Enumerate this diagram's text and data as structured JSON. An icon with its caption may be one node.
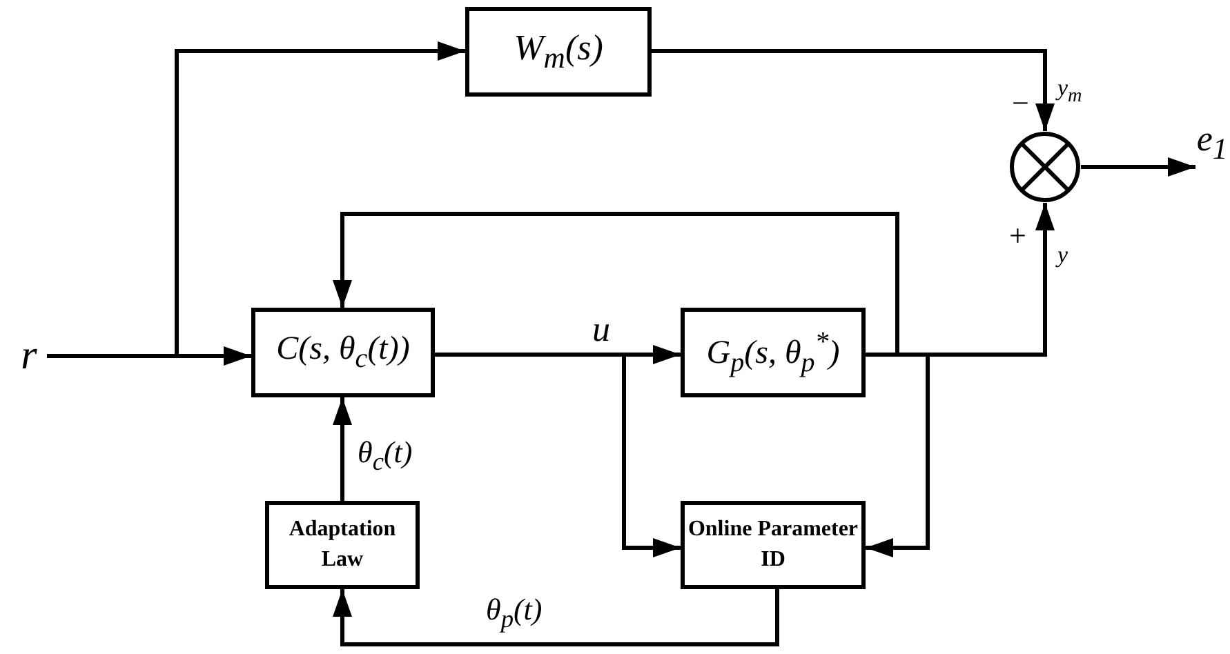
{
  "diagram": {
    "nodes": [
      {
        "text": [
          "r"
        ]
      },
      {
        "text": [
          "W$_{m}$(s)"
        ]
      },
      {
        "text": [],
        "shape": "circle"
      },
      {
        "text": [
          "e$_{1}$"
        ]
      },
      {
        "text": [
          "C(s, θ$_{c}$(t))"
        ]
      },
      {
        "text": [
          "G$_{p}$(s, θ$_{p}$$^{*}$)"
        ]
      },
      {
        "text": [
          "Adaptation Law"
        ]
      },
      {
        "text": [
          "Online Parameter ID"
        ]
      }
    ],
    "edges": [
      {
        "from": 0,
        "to": 1,
        "arrow": "to"
      },
      {
        "from": 0,
        "to": 4,
        "arrow": "to"
      },
      {
        "from": 1,
        "to": 2,
        "arrow": "to",
        "label": "y$_{m}$"
      },
      {
        "from": 2,
        "to": 3,
        "arrow": "to"
      },
      {
        "from": 4,
        "to": 5,
        "arrow": "to",
        "label": "u"
      },
      {
        "from": 5,
        "to": 4,
        "arrow": "to"
      },
      {
        "from": 5,
        "to": 2,
        "arrow": "to",
        "label": "y"
      },
      {
        "from": 5,
        "to": 7,
        "arrow": "to"
      },
      {
        "from": 4,
        "to": 7,
        "arrow": "to"
      },
      {
        "from": 7,
        "to": 6,
        "arrow": "to",
        "label": "θ$_{p}$(t)"
      },
      {
        "from": 6,
        "to": 4,
        "arrow": "to",
        "label": "θ$_{c}$(t)"
      }
    ],
    "labels": [
      "−",
      "+"
    ]
  }
}
